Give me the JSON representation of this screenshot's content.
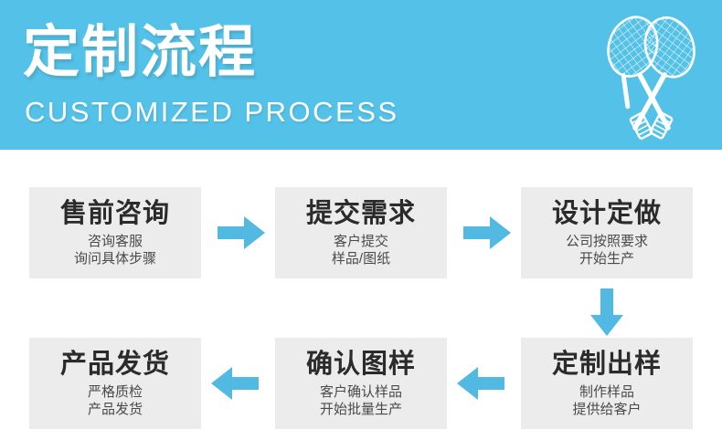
{
  "banner": {
    "title": "定制流程",
    "subtitle": "CUSTOMIZED PROCESS",
    "background_color": "#54c2e8",
    "icon": "badminton-rackets-icon"
  },
  "colors": {
    "banner_blue": "#54c2e8",
    "arrow_blue": "#52b9e3",
    "box_gray": "#ececec",
    "title_text": "#2b2b2b",
    "desc_text": "#4a4a4a",
    "white": "#ffffff"
  },
  "flow": {
    "steps": [
      {
        "index": 1,
        "title": "售前咨询",
        "desc": "咨询客服\n询问具体步骤"
      },
      {
        "index": 2,
        "title": "提交需求",
        "desc": "客户提交\n样品/图纸"
      },
      {
        "index": 3,
        "title": "设计定做",
        "desc": "公司按照要求\n开始生产"
      },
      {
        "index": 4,
        "title": "定制出样",
        "desc": "制作样品\n提供给客户"
      },
      {
        "index": 5,
        "title": "确认图样",
        "desc": "客户确认样品\n开始批量生产"
      },
      {
        "index": 6,
        "title": "产品发货",
        "desc": "严格质检\n产品发货"
      }
    ],
    "arrows": [
      {
        "name": "arrow-right-step1-step2",
        "direction": "right"
      },
      {
        "name": "arrow-right-step2-step3",
        "direction": "right"
      },
      {
        "name": "arrow-down-step3-step4",
        "direction": "down"
      },
      {
        "name": "arrow-left-step4-step5",
        "direction": "left"
      },
      {
        "name": "arrow-left-step5-step6",
        "direction": "left"
      }
    ]
  }
}
